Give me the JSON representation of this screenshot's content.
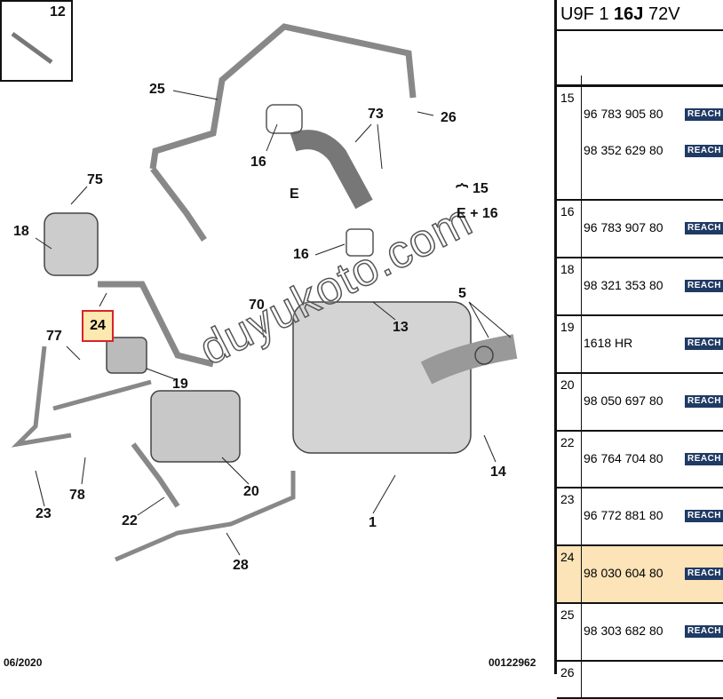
{
  "diagram": {
    "callouts": {
      "c12": "12",
      "c25": "25",
      "c16a": "16",
      "c73": "73",
      "c26": "26",
      "c15": "15",
      "cE16": "E + 16",
      "cE": "E",
      "c75": "75",
      "c18": "18",
      "c16b": "16",
      "c70": "70",
      "c5": "5",
      "c24": "24",
      "c77": "77",
      "c13": "13",
      "c19": "19",
      "c14": "14",
      "c20": "20",
      "c78": "78",
      "c22": "22",
      "c23": "23",
      "c1": "1",
      "c28": "28"
    },
    "date": "06/2020",
    "ref": "00122962",
    "watermark": "duyukoto.com"
  },
  "table": {
    "header_pre": "U9F 1 ",
    "header_bold": "16J",
    "header_post": " 72V",
    "reach_label": "REACH",
    "rows": [
      {
        "num": "15",
        "parts": [
          "96 783 905 80",
          "98 352 629 80"
        ]
      },
      {
        "num": "16",
        "parts": [
          "96 783 907 80"
        ]
      },
      {
        "num": "18",
        "parts": [
          "98 321 353 80"
        ]
      },
      {
        "num": "19",
        "parts": [
          "1618 HR"
        ]
      },
      {
        "num": "20",
        "parts": [
          "98 050 697 80"
        ]
      },
      {
        "num": "22",
        "parts": [
          "96 764 704 80"
        ]
      },
      {
        "num": "23",
        "parts": [
          "96 772 881 80"
        ]
      },
      {
        "num": "24",
        "parts": [
          "98 030 604 80"
        ],
        "highlighted": true
      },
      {
        "num": "25",
        "parts": [
          "98 303 682 80"
        ]
      },
      {
        "num": "26",
        "parts": []
      }
    ],
    "highlight_color": "#fce3b8"
  }
}
